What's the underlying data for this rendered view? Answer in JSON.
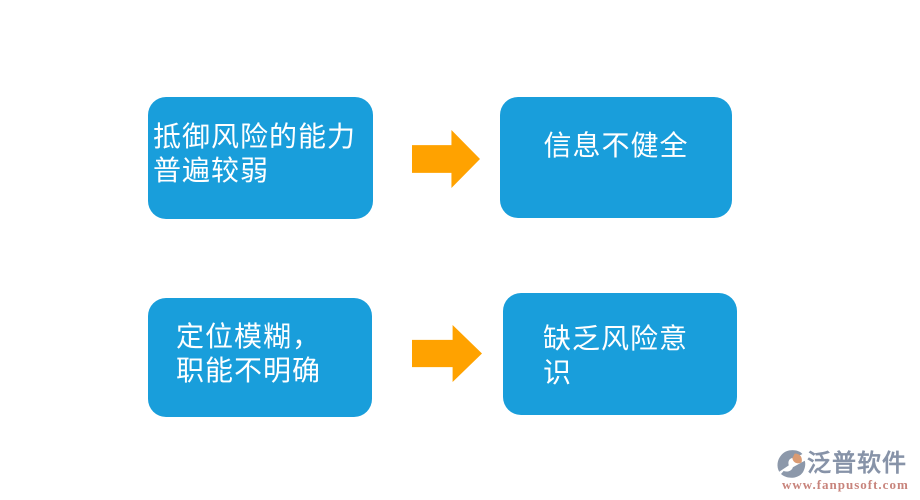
{
  "diagram": {
    "boxes": [
      {
        "id": "resist-risk-weak",
        "lines": [
          "抵御风险的能力",
          "普遍较弱"
        ]
      },
      {
        "id": "info-incomplete",
        "lines": [
          "信息不健全"
        ]
      },
      {
        "id": "vague-positioning",
        "lines": [
          "定位模糊，",
          "职能不明确"
        ]
      },
      {
        "id": "lack-risk-awareness",
        "lines": [
          "缺乏风险意",
          "识"
        ]
      }
    ],
    "arrows": [
      {
        "from": "resist-risk-weak",
        "to": "info-incomplete"
      },
      {
        "from": "vague-positioning",
        "to": "lack-risk-awareness"
      }
    ],
    "colors": {
      "box_fill": "#199EDB",
      "box_text": "#ffffff",
      "arrow_fill": "#FFA200",
      "logo_text": "#8793A8",
      "logo_url": "#C8847C"
    }
  },
  "watermark": {
    "brand": "泛普软件",
    "url": "www.fanpusoft.com"
  }
}
